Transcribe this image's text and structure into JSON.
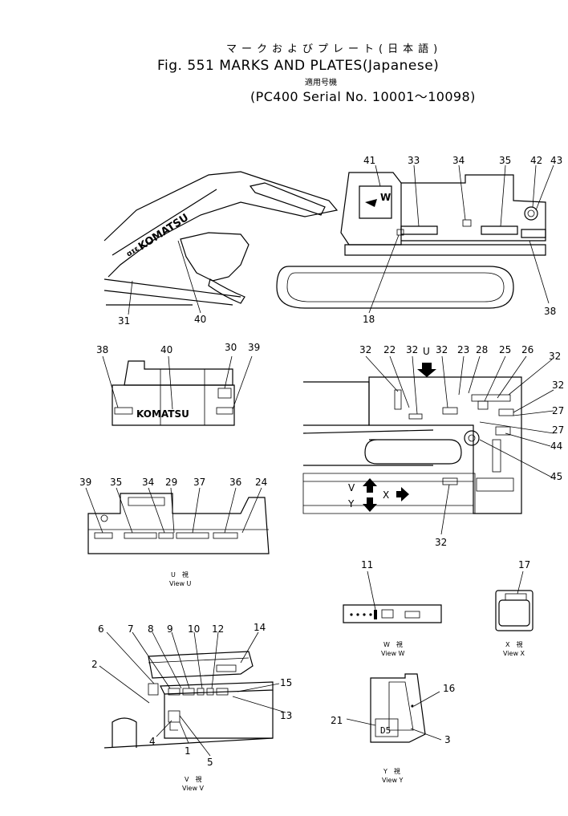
{
  "header": {
    "jp_title": "マークおよびプレート(日本語)",
    "figure_title": "Fig. 551  MARKS AND PLATES(Japanese)",
    "jp_applicable": "適用号機",
    "serial_range": "(PC400 Serial No. 10001～10098)"
  },
  "marks": {
    "boom_text": "KOMATSU",
    "counterweight_text": "KOMATSU",
    "arrow_w": "W",
    "arrow_u": "U",
    "arrow_v": "V",
    "arrow_y": "Y",
    "arrow_x": "X",
    "boom_logo_small": "ɑɪɛ"
  },
  "callouts": {
    "c41": "41",
    "c33": "33",
    "c34": "34",
    "c35": "35",
    "c42": "42",
    "c43": "43",
    "c31": "31",
    "c40a": "40",
    "c18": "18",
    "c38a": "38",
    "c38b": "38",
    "c40b": "40",
    "c30": "30",
    "c39a": "39",
    "c32a": "32",
    "c22": "22",
    "c32b": "32",
    "c32c": "32",
    "c23": "23",
    "c28": "28",
    "c25": "25",
    "c26": "26",
    "c32d": "32",
    "c32e": "32",
    "c27a": "27",
    "c27b": "27",
    "c44": "44",
    "c45": "45",
    "c32f": "32",
    "c39b": "39",
    "c35b": "35",
    "c34b": "34",
    "c29": "29",
    "c37": "37",
    "c36": "36",
    "c24": "24",
    "c11": "11",
    "c17": "17",
    "c6": "6",
    "c7": "7",
    "c8": "8",
    "c9": "9",
    "c10": "10",
    "c12": "12",
    "c14": "14",
    "c2": "2",
    "c15": "15",
    "c13": "13",
    "c4": "4",
    "c1": "1",
    "c5": "5",
    "c16": "16",
    "c21": "21",
    "c3": "3"
  },
  "captions": {
    "view_u_jp": "U　視",
    "view_u": "View U",
    "view_w_jp": "W　視",
    "view_w": "View W",
    "view_x_jp": "X　視",
    "view_x": "View X",
    "view_v_jp": "V　視",
    "view_v": "View V",
    "view_y_jp": "Y　視",
    "view_y": "View Y"
  }
}
